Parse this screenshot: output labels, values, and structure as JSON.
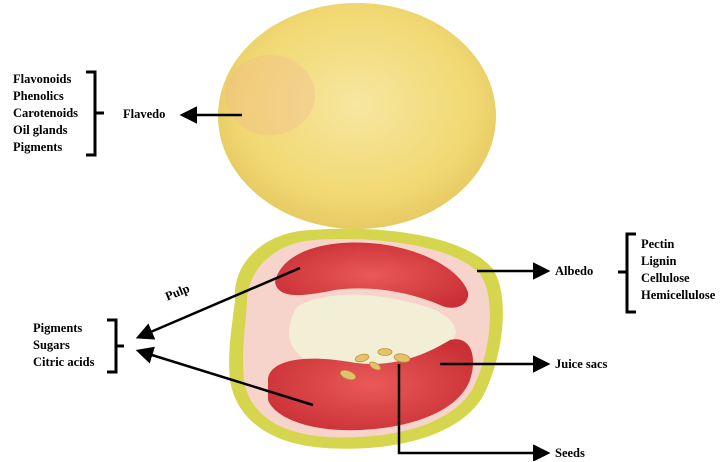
{
  "flavedo": {
    "components": [
      "Flavonoids",
      "Phenolics",
      "Carotenoids",
      "Oil glands",
      "Pigments"
    ],
    "label": "Flavedo"
  },
  "albedo": {
    "label": "Albedo",
    "components": [
      "Pectin",
      "Lignin",
      "Cellulose",
      "Hemicellulose"
    ]
  },
  "pulp": {
    "label": "Pulp",
    "components": [
      "Pigments",
      "Sugars",
      "Citric acids"
    ]
  },
  "juice_sacs": {
    "label": "Juice sacs"
  },
  "seeds": {
    "label": "Seeds"
  },
  "colors": {
    "peel_yellow": "#f2dc7a",
    "rind_edge": "#d9d24a",
    "albedo_pink": "#f6d4cc",
    "pulp_red": "#dc3b3d",
    "core_cream": "#f3efd6",
    "seed": "#e3c36a"
  }
}
